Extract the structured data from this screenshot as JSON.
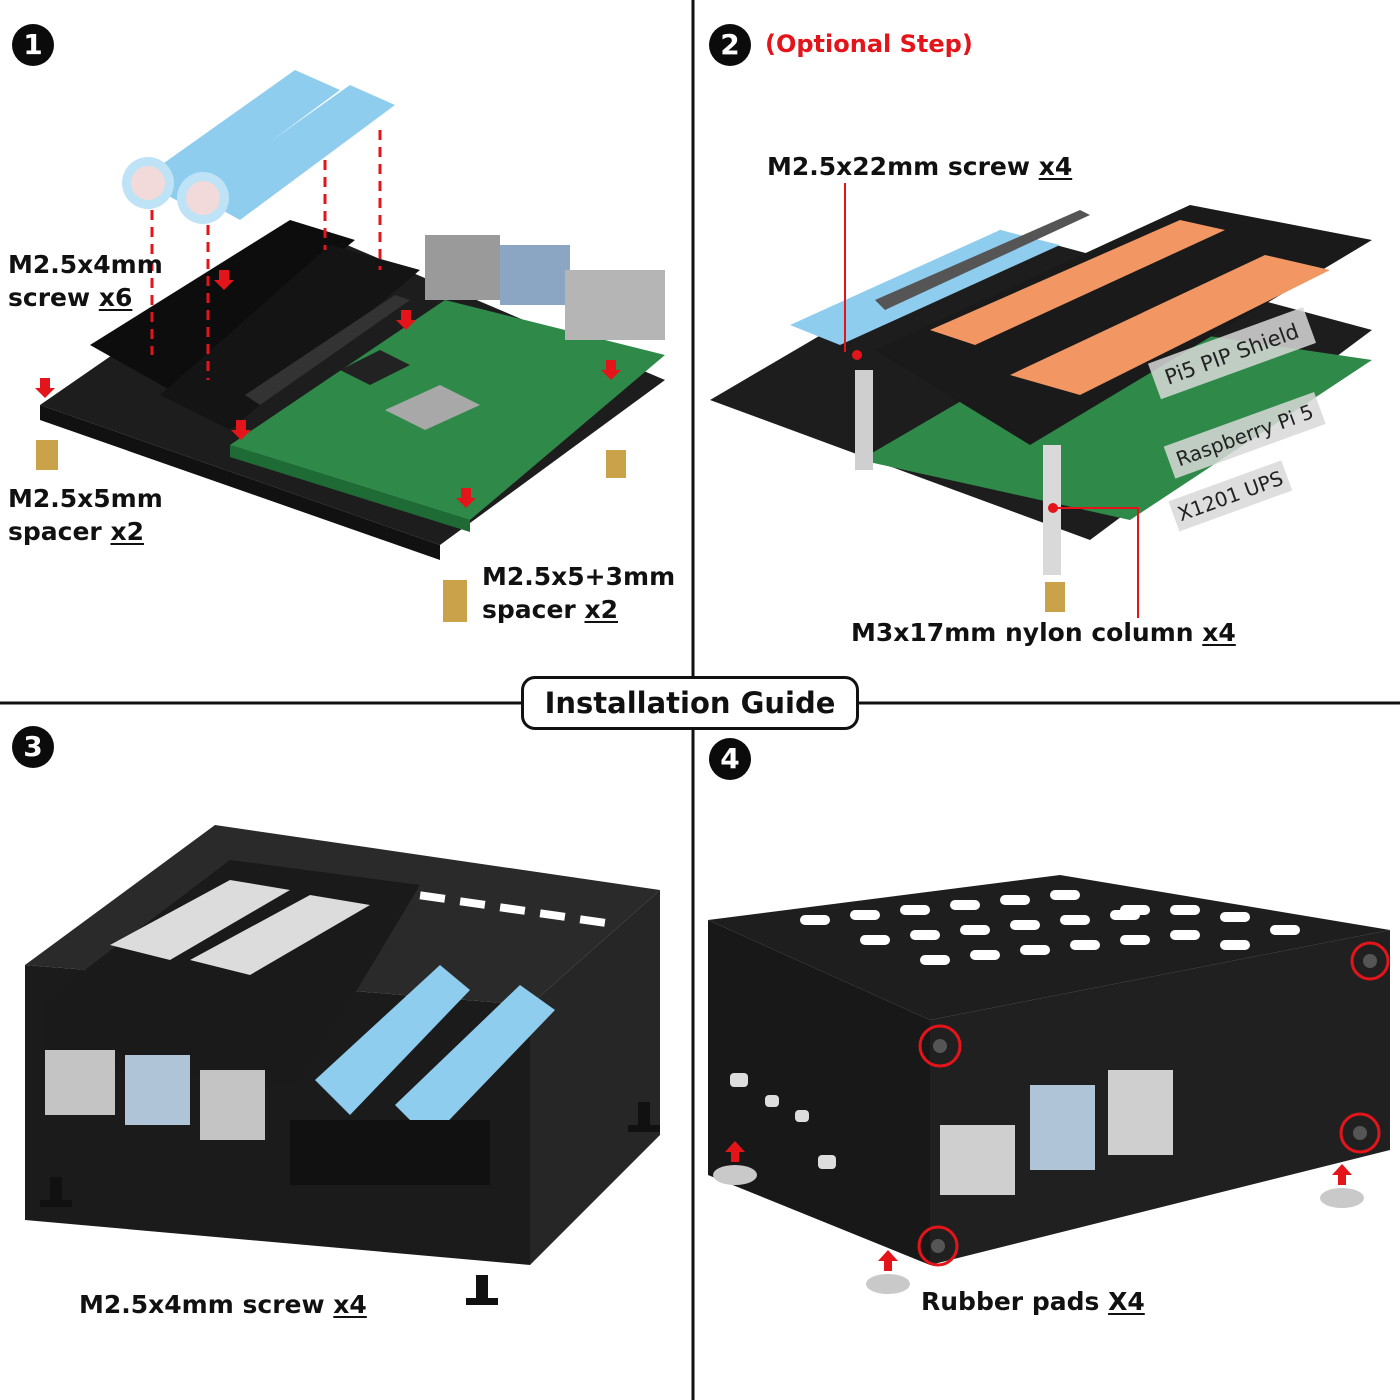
{
  "center_title": "Installation Guide",
  "colors": {
    "divider": "#111111",
    "highlight_red": "#e3151b",
    "battery_blue": "#8fcdef",
    "pcb_green": "#2f8a4a",
    "case_black": "#1b1b1b"
  },
  "steps": [
    {
      "number": "1",
      "labels": [
        {
          "text": "M2.5x4mm",
          "line2": "screw",
          "qty": "x6"
        },
        {
          "text": "M2.5x5mm",
          "line2": "spacer",
          "qty": "x2"
        },
        {
          "text": "M2.5x5+3mm",
          "line2": "spacer",
          "qty": "x2"
        }
      ]
    },
    {
      "number": "2",
      "note": "(Optional Step)",
      "labels": [
        {
          "text": "M2.5x22mm screw",
          "qty": "x4"
        },
        {
          "text": "M3x17mm nylon column",
          "qty": "x4"
        }
      ],
      "board_labels": [
        "Pi5 PIP Shield",
        "Raspberry Pi 5",
        "X1201 UPS"
      ]
    },
    {
      "number": "3",
      "labels": [
        {
          "text": "M2.5x4mm screw",
          "qty": "x4"
        }
      ]
    },
    {
      "number": "4",
      "labels": [
        {
          "text": "Rubber pads",
          "qty": "X4"
        }
      ]
    }
  ]
}
